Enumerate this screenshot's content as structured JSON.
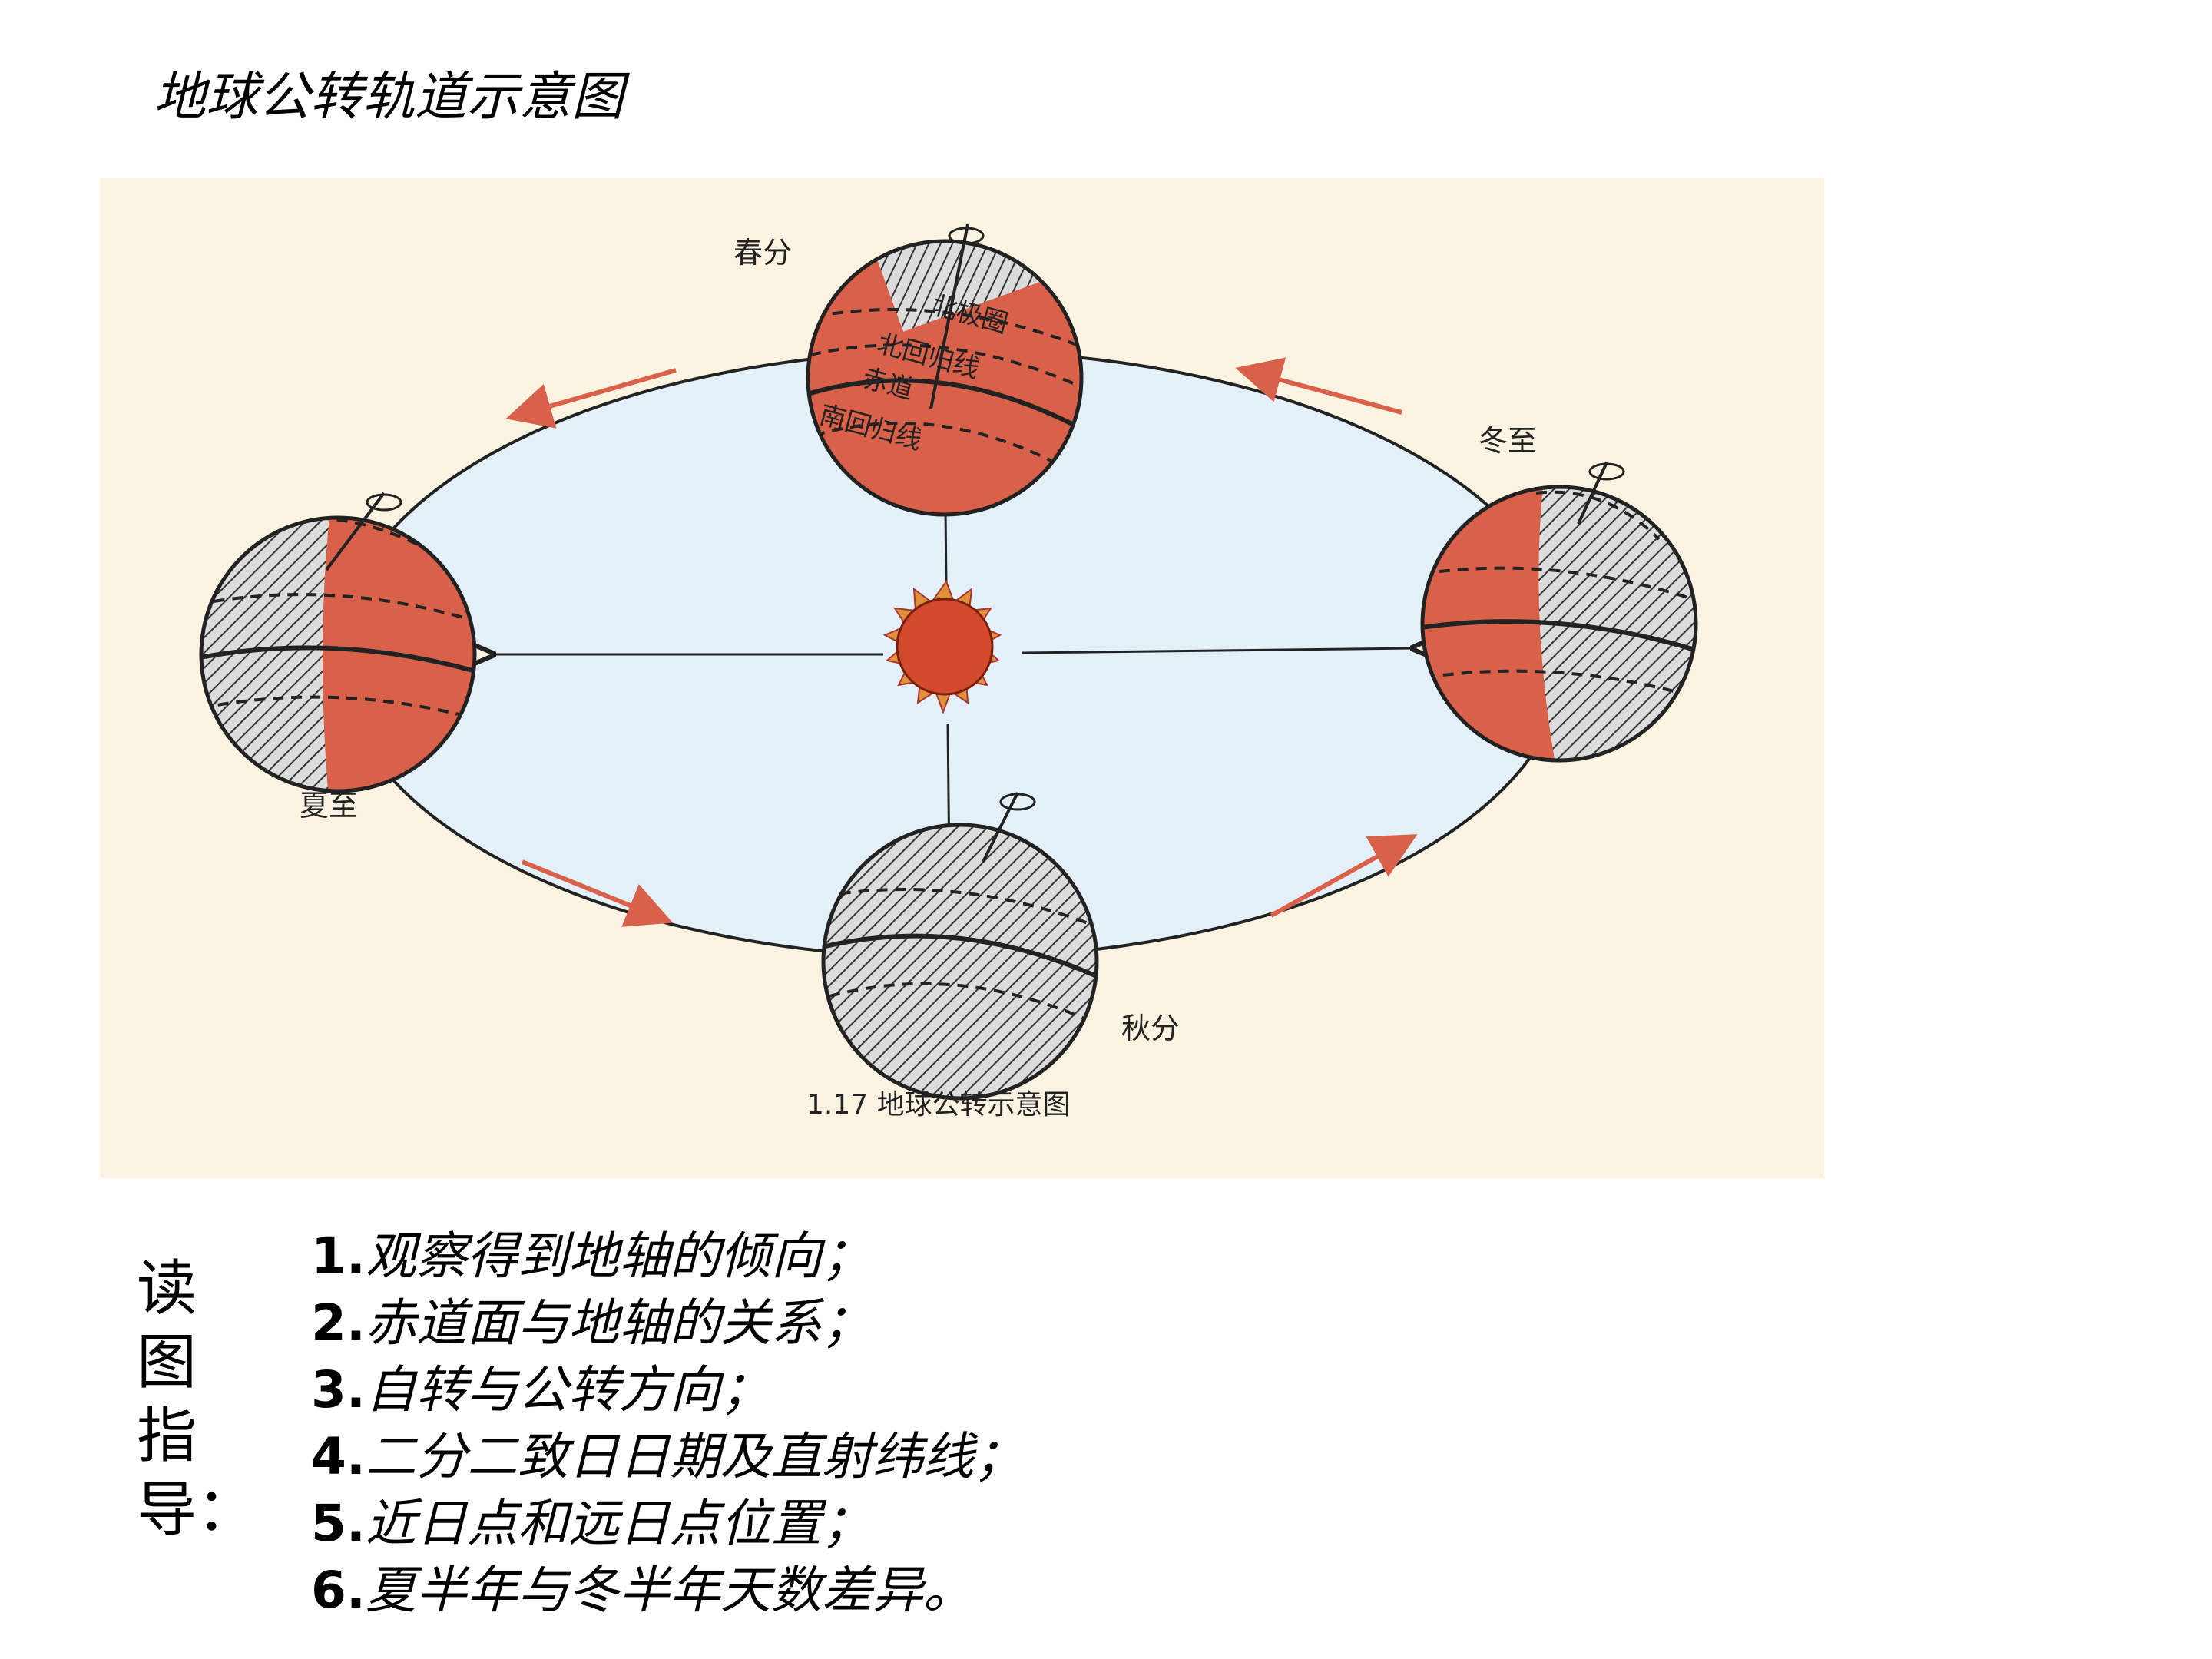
{
  "title": "地球公转轨道示意图",
  "diagram": {
    "caption": "1.17 地球公转示意图",
    "seasons": {
      "spring": "春分",
      "summer": "夏至",
      "autumn": "秋分",
      "winter": "冬至"
    },
    "latitude_lines": [
      "北极圈",
      "北回归线",
      "赤道",
      "南回归线"
    ]
  },
  "guide": {
    "heading_chars": [
      "读",
      "图",
      "指",
      "导："
    ],
    "items": [
      {
        "num": "1.",
        "text": "观察得到地轴的倾向；"
      },
      {
        "num": "2.",
        "text": "赤道面与地轴的关系；"
      },
      {
        "num": "3.",
        "text": "自转与公转方向；"
      },
      {
        "num": "4.",
        "text": "二分二致日日期及直射纬线；"
      },
      {
        "num": "5.",
        "text": "近日点和远日点位置；"
      },
      {
        "num": "6.",
        "text": "夏半年与冬半年天数差异。"
      }
    ]
  },
  "colors": {
    "earth_lit": "#d9614a",
    "earth_dark": "#d8d8d8",
    "orbit_fill": "#e4f0f8",
    "arrow": "#d9614a",
    "panel_bg": "#fbf3e2"
  }
}
